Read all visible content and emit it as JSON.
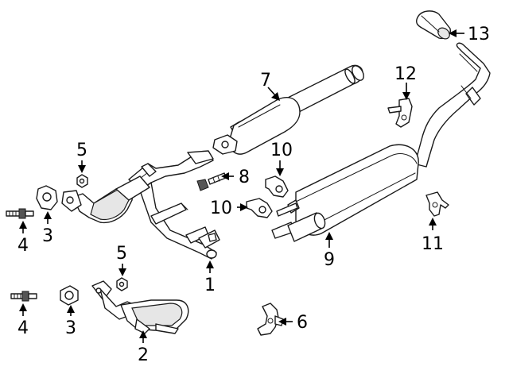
{
  "callouts": {
    "c1": "1",
    "c2": "2",
    "c3a": "3",
    "c3b": "3",
    "c4a": "4",
    "c4b": "4",
    "c5a": "5",
    "c5b": "5",
    "c6": "6",
    "c7": "7",
    "c8": "8",
    "c9": "9",
    "c10a": "10",
    "c10b": "10",
    "c11": "11",
    "c12": "12",
    "c13": "13"
  }
}
